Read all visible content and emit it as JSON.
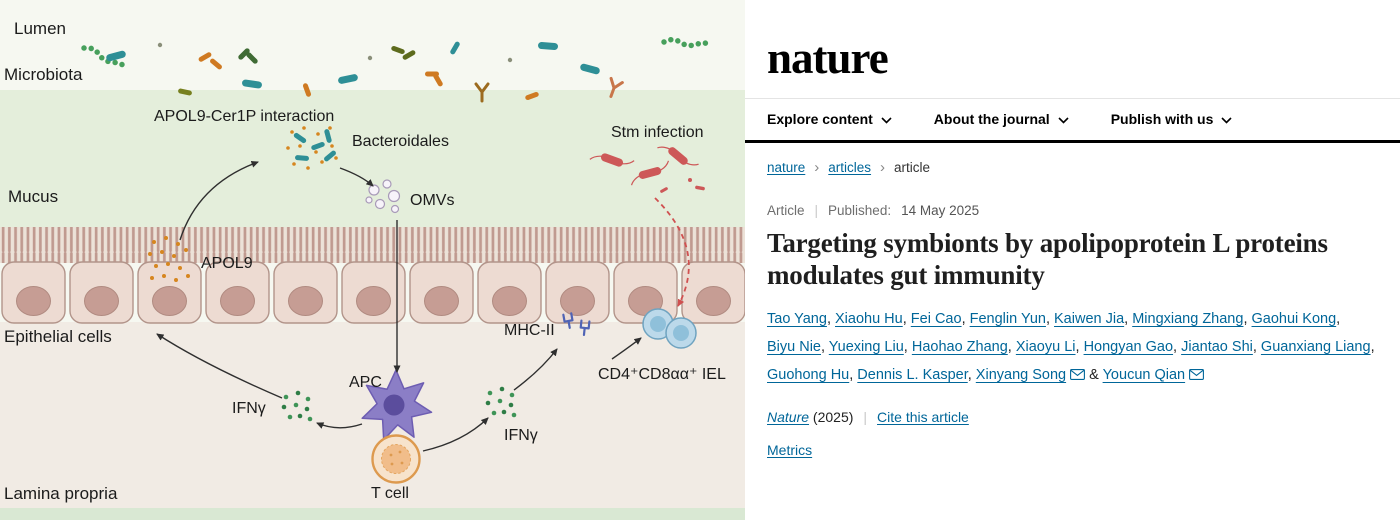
{
  "figure": {
    "labels": {
      "lumen": "Lumen",
      "microbiota": "Microbiota",
      "mucus": "Mucus",
      "epithelial_cells": "Epithelial cells",
      "lamina_propria": "Lamina propria",
      "apol9_cer1p": "APOL9-Cer1P interaction",
      "bacteroidales": "Bacteroidales",
      "omvs": "OMVs",
      "apol9": "APOL9",
      "stm_infection": "Stm infection",
      "mhc2": "MHC-II",
      "cd4_iel": "CD4⁺CD8αα⁺ IEL",
      "apc": "APC",
      "ifng_left": "IFNγ",
      "ifng_right": "IFNγ",
      "t_cell": "T cell"
    },
    "colors": {
      "mucus_green": "#e4eedb",
      "epithelium_pink": "#eddbd2",
      "apol9_orange": "#d6861f",
      "bacteroidales_teal": "#2e8f96",
      "stm_red": "#cd5858",
      "apc_purple": "#8b7ec6",
      "tcell_orange": "#dd9a4f",
      "iel_blue": "#bcd9ea",
      "ifng_green": "#3f9457"
    }
  },
  "journal": {
    "logo": "nature",
    "accent_link_color": "#006699",
    "nav": [
      {
        "label": "Explore content"
      },
      {
        "label": "About the journal"
      },
      {
        "label": "Publish with us"
      }
    ],
    "breadcrumb": [
      {
        "label": "nature"
      },
      {
        "label": "articles"
      },
      {
        "label": "article"
      }
    ],
    "separators": {
      "breadcrumb": "›",
      "pipe": "|"
    },
    "article": {
      "type_label": "Article",
      "published_label": "Published:",
      "published_date": "14 May 2025",
      "title": "Targeting symbionts by apolipoprotein L proteins modulates gut immunity",
      "authors": [
        {
          "name": "Tao Yang"
        },
        {
          "name": "Xiaohu Hu"
        },
        {
          "name": "Fei Cao"
        },
        {
          "name": "Fenglin Yun"
        },
        {
          "name": "Kaiwen Jia"
        },
        {
          "name": "Mingxiang Zhang"
        },
        {
          "name": "Gaohui Kong"
        },
        {
          "name": "Biyu Nie"
        },
        {
          "name": "Yuexing Liu"
        },
        {
          "name": "Haohao Zhang"
        },
        {
          "name": "Xiaoyu Li"
        },
        {
          "name": "Hongyan Gao"
        },
        {
          "name": "Jiantao Shi"
        },
        {
          "name": "Guanxiang Liang"
        },
        {
          "name": "Guohong Hu"
        },
        {
          "name": "Dennis L. Kasper"
        },
        {
          "name": "Xinyang Song",
          "envelope": true
        },
        {
          "name": "Youcun Qian",
          "envelope": true
        }
      ],
      "authors_conjunction": "&",
      "journal_name": "Nature",
      "year": "(2025)",
      "cite_link": "Cite this article",
      "metrics_link": "Metrics"
    }
  }
}
